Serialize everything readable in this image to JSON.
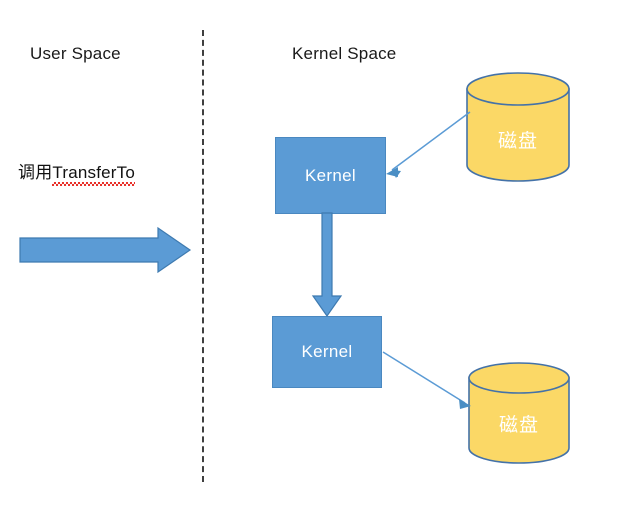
{
  "diagram": {
    "title_user_space": "User Space",
    "title_kernel_space": "Kernel Space",
    "call_label_zh": "调用",
    "call_label_en": "TransferTo",
    "kernel_box_top_label": "Kernel",
    "kernel_box_bottom_label": "Kernel",
    "disk_top_label": "磁盘",
    "disk_bottom_label": "磁盘",
    "colors": {
      "box_fill": "#5b9bd5",
      "box_border": "#4a88c0",
      "disk_fill": "#fbd866",
      "disk_border": "#4472a8",
      "arrow_fill": "#5b9bd5",
      "arrow_border": "#3e7ab0",
      "connector_line": "#5b9bd5",
      "divider": "#3f3f3f",
      "spellcheck_underline": "#e8312a",
      "text_dark": "#1a1a1a",
      "text_light": "#ffffff"
    },
    "icons": {
      "horizontal_arrow": "arrow-right-icon",
      "vertical_arrow": "arrow-down-icon",
      "disk_top": "database-cylinder-icon",
      "disk_bottom": "database-cylinder-icon",
      "connector_top": "arrow-connector-icon",
      "connector_bottom": "arrow-connector-icon",
      "divider": "dashed-divider-icon"
    }
  }
}
